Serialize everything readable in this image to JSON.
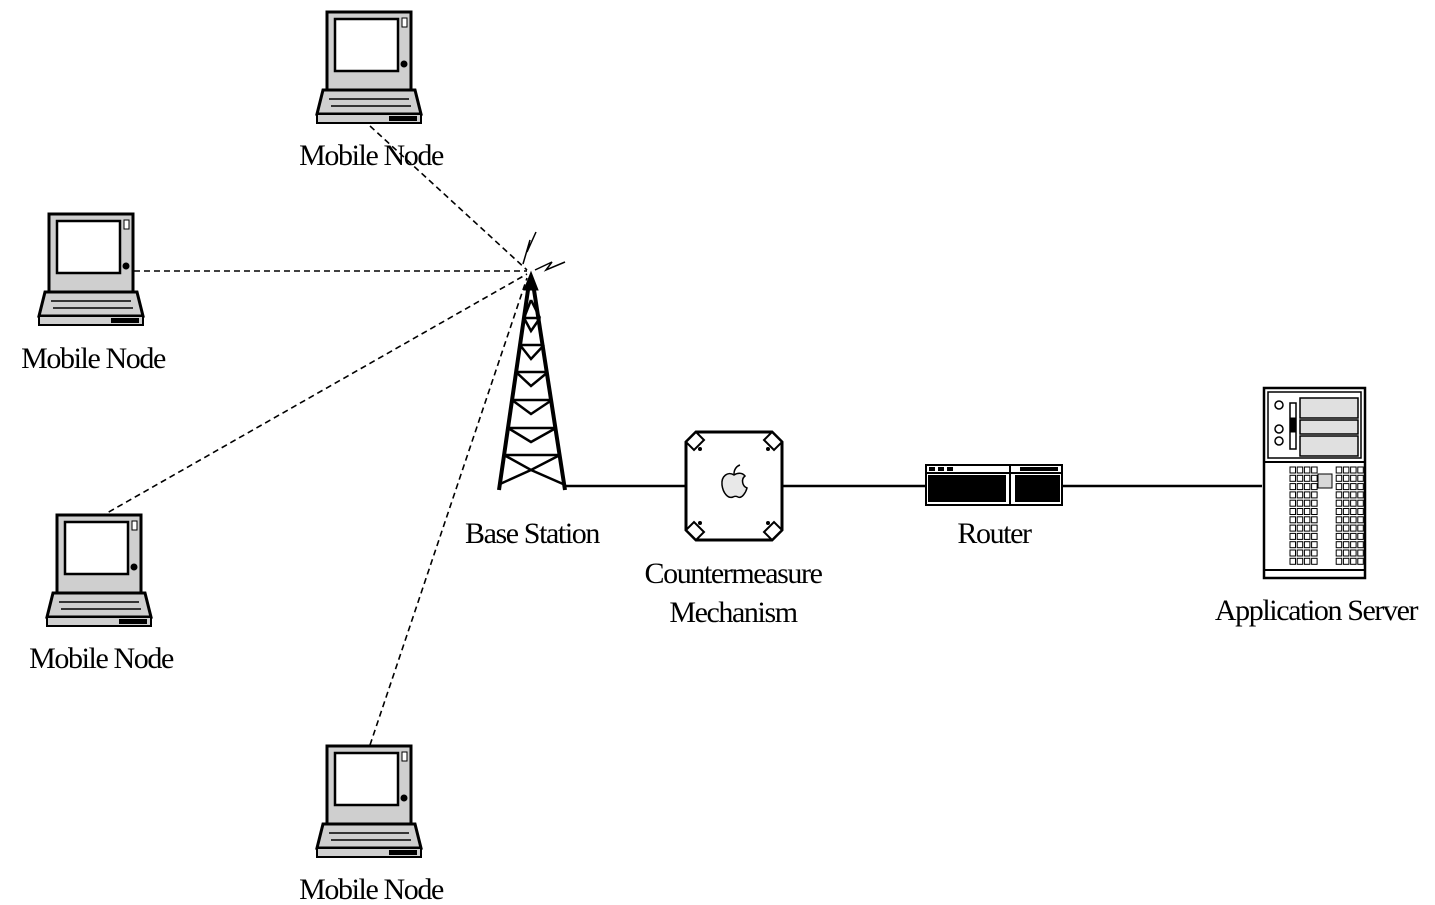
{
  "diagram": {
    "mobile_nodes": [
      {
        "label": "Mobile Node"
      },
      {
        "label": "Mobile Node"
      },
      {
        "label": "Mobile Node"
      },
      {
        "label": "Mobile Node"
      }
    ],
    "base_station": {
      "label": "Base Station"
    },
    "countermeasure": {
      "label_line1": "Countermeasure",
      "label_line2": "Mechanism"
    },
    "router": {
      "label": "Router"
    },
    "server": {
      "label": "Application Server"
    }
  }
}
